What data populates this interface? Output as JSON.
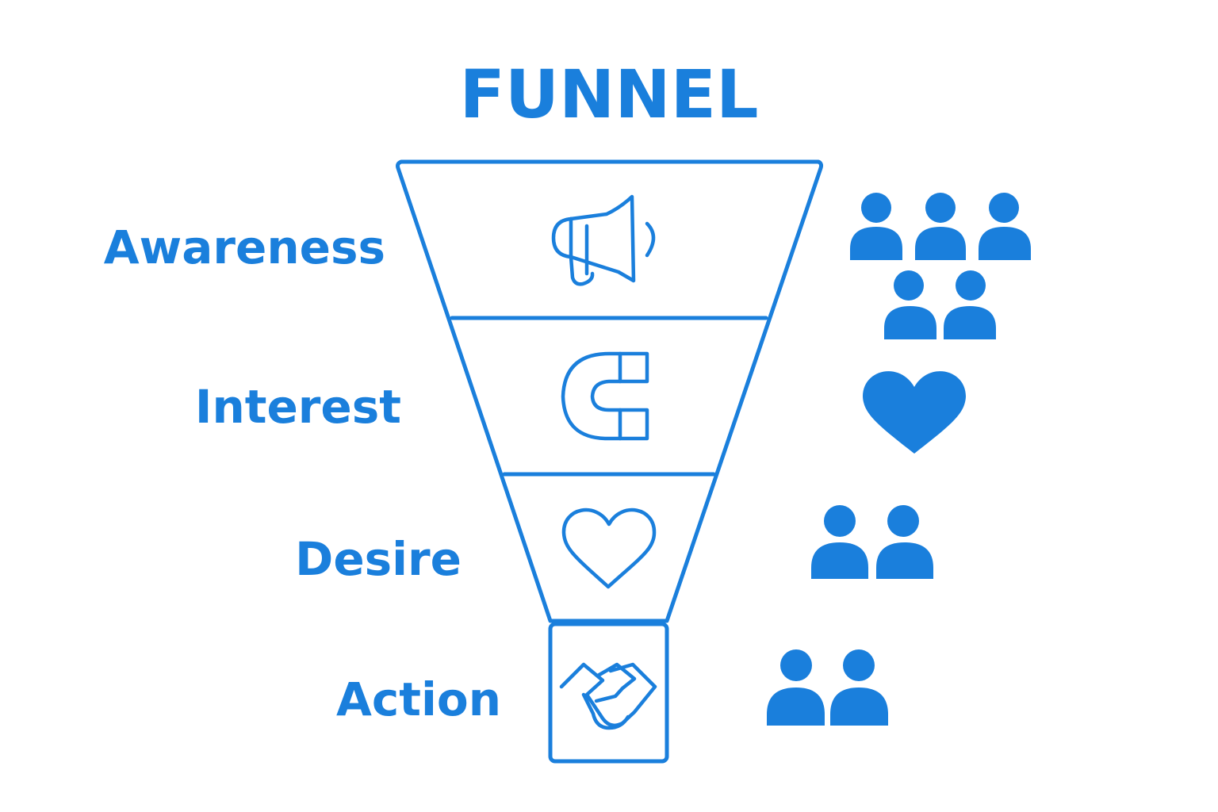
{
  "title": "FUNNEL",
  "colors": {
    "primary": "#1a7fdc"
  },
  "stages": [
    {
      "label": "Awareness",
      "icon": "megaphone-icon",
      "audience_icon": "people-icon",
      "audience_count": 5
    },
    {
      "label": "Interest",
      "icon": "magnet-icon",
      "audience_icon": "heart-icon",
      "audience_count": 1
    },
    {
      "label": "Desire",
      "icon": "heart-outline-icon",
      "audience_icon": "people-icon",
      "audience_count": 2
    },
    {
      "label": "Action",
      "icon": "handshake-icon",
      "audience_icon": "people-icon",
      "audience_count": 2
    }
  ]
}
